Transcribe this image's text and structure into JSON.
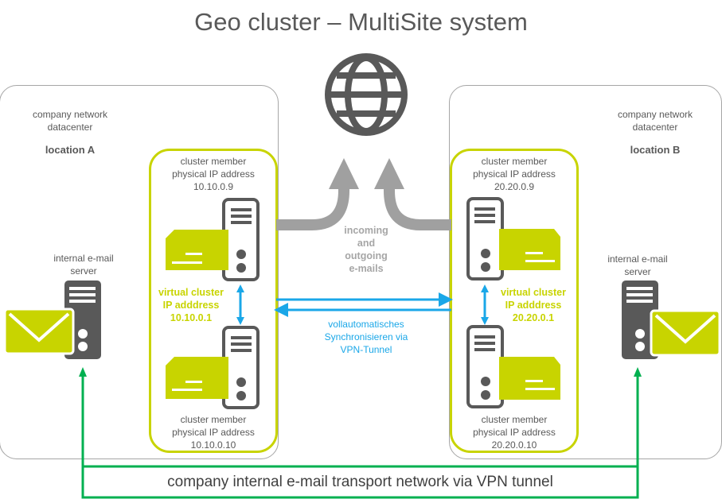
{
  "title": "Geo cluster – MultiSite system",
  "internet": {
    "icon": "globe-icon"
  },
  "colors": {
    "accent_green": "#c8d400",
    "dark_gray": "#595959",
    "sync_blue": "#1aa7e8",
    "transport_green": "#00b050",
    "arrow_gray": "#a0a0a0"
  },
  "center": {
    "mail_flow_label": [
      "incoming",
      "and",
      "outgoing",
      "e-mails"
    ],
    "sync_label": [
      "vollautomatisches",
      "Synchronisieren via",
      "VPN-Tunnel"
    ]
  },
  "sites": [
    {
      "network_label": [
        "company network",
        "datacenter"
      ],
      "location": "location A",
      "mail_server_label": [
        "internal e-mail",
        "server"
      ],
      "cluster": {
        "top_member": [
          "cluster member",
          "physical IP address",
          "10.10.0.9"
        ],
        "virtual_ip": [
          "virtual cluster",
          "IP adddress",
          "10.10.0.1"
        ],
        "bottom_member": [
          "cluster member",
          "physical IP address",
          "10.10.0.10"
        ]
      }
    },
    {
      "network_label": [
        "company network",
        "datacenter"
      ],
      "location": "location B",
      "mail_server_label": [
        "internal e-mail",
        "server"
      ],
      "cluster": {
        "top_member": [
          "cluster member",
          "physical IP address",
          "20.20.0.9"
        ],
        "virtual_ip": [
          "virtual cluster",
          "IP adddress",
          "20.20.0.1"
        ],
        "bottom_member": [
          "cluster member",
          "physical IP address",
          "20.20.0.10"
        ]
      }
    }
  ],
  "transport_label": "company internal e-mail transport network via VPN tunnel"
}
